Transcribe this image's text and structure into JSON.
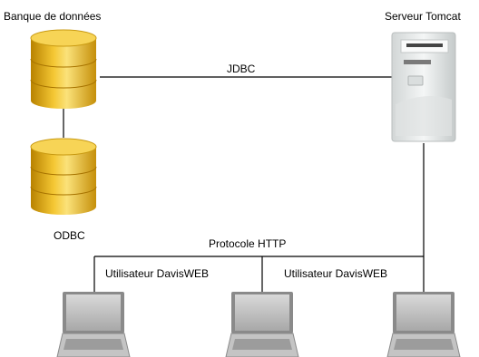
{
  "labels": {
    "database": "Banque de données",
    "server": "Serveur Tomcat",
    "jdbc": "JDBC",
    "odbc": "ODBC",
    "http": "Protocole HTTP",
    "user_left": "Utilisateur DavisWEB",
    "user_right": "Utilisateur DavisWEB"
  },
  "colors": {
    "cylinder": "#e2b013",
    "cylinder_dark": "#b88200",
    "cylinder_light": "#fbe27a",
    "server_body": "#e9ecec",
    "laptop_screen": "#b8b8b8",
    "laptop_frame": "#8a8a8a",
    "line": "#000000"
  },
  "icons": [
    "database-icon",
    "server-icon",
    "laptop-icon"
  ]
}
